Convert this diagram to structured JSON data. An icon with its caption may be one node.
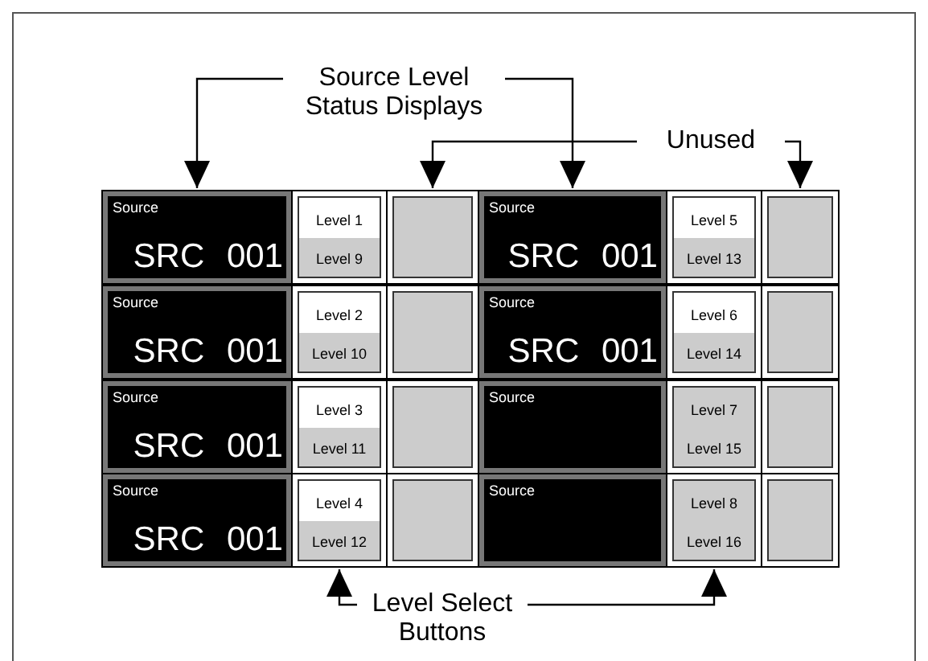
{
  "diagram": {
    "nodes": [
      {
        "text": [
          "Source Level Status Displays"
        ]
      },
      {
        "text": [
          "Unused"
        ]
      },
      {
        "text": [
          "Level Select Buttons"
        ]
      },
      {
        "text": [
          "Source",
          "SRC 001"
        ]
      },
      {
        "text": [
          "Level 1",
          "Level 9"
        ]
      },
      {
        "text": [],
        "shape": "box"
      },
      {
        "text": [
          "Source",
          "SRC 001"
        ]
      },
      {
        "text": [
          "Level 5",
          "Level 13"
        ]
      },
      {
        "text": [],
        "shape": "box"
      },
      {
        "text": [
          "Source",
          "SRC 001"
        ]
      },
      {
        "text": [
          "Level 2",
          "Level 10"
        ]
      },
      {
        "text": [],
        "shape": "box"
      },
      {
        "text": [
          "Source",
          "SRC 001"
        ]
      },
      {
        "text": [
          "Level 6",
          "Level 14"
        ]
      },
      {
        "text": [],
        "shape": "box"
      },
      {
        "text": [
          "Source",
          "SRC 001"
        ]
      },
      {
        "text": [
          "Level 3",
          "Level 11"
        ]
      },
      {
        "text": [],
        "shape": "box"
      },
      {
        "text": [
          "Source"
        ]
      },
      {
        "text": [
          "Level 7",
          "Level 15"
        ]
      },
      {
        "text": [],
        "shape": "box"
      },
      {
        "text": [
          "Source",
          "SRC 001"
        ]
      },
      {
        "text": [
          "Level 4",
          "Level 12"
        ]
      },
      {
        "text": [],
        "shape": "box"
      },
      {
        "text": [
          "Source"
        ]
      },
      {
        "text": [
          "Level 8",
          "Level 16"
        ]
      },
      {
        "text": [],
        "shape": "box"
      }
    ],
    "edges": [
      {
        "from": 0,
        "to": 3,
        "arrow": "to"
      },
      {
        "from": 0,
        "to": 6,
        "arrow": "to"
      },
      {
        "from": 1,
        "to": 5,
        "arrow": "to"
      },
      {
        "from": 1,
        "to": 8,
        "arrow": "to"
      },
      {
        "from": 2,
        "to": 22,
        "arrow": "to"
      },
      {
        "from": 2,
        "to": 25,
        "arrow": "to"
      }
    ]
  }
}
